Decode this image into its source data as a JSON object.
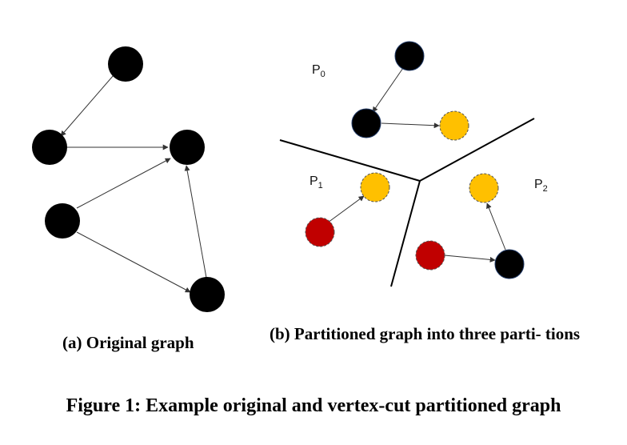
{
  "captions": {
    "a": "(a) Original graph",
    "b": "(b) Partitioned graph into three parti- tions",
    "figure": "Figure 1: Example original and vertex-cut partitioned graph"
  },
  "partition_labels": [
    {
      "letter": "P",
      "sub": "0"
    },
    {
      "letter": "P",
      "sub": "1"
    },
    {
      "letter": "P",
      "sub": "2"
    }
  ],
  "colors": {
    "black_node": "#000000",
    "yellow_node": "#ffc000",
    "red_node": "#c00000",
    "edge": "#333333"
  }
}
